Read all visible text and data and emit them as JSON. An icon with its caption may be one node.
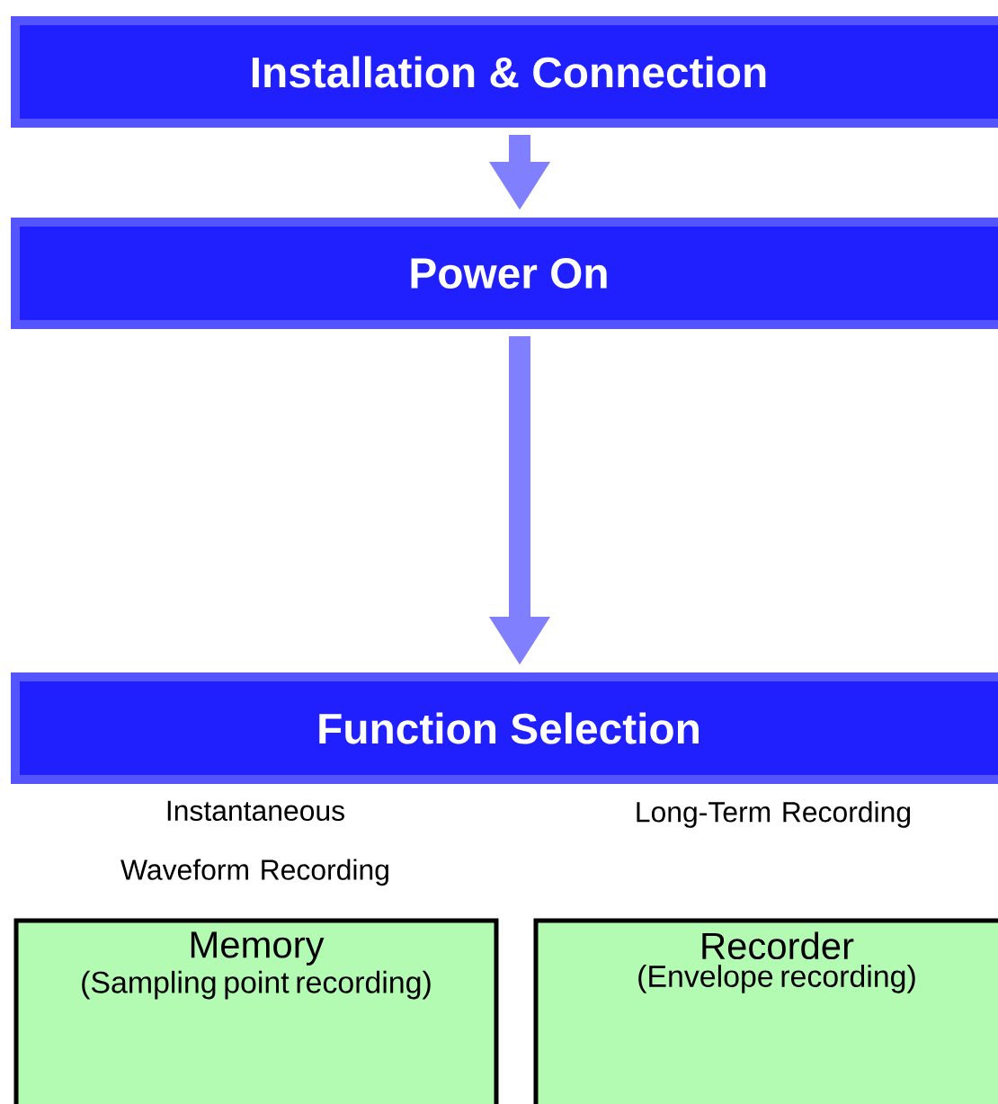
{
  "diagram": {
    "nodes": [
      {
        "text": [
          "Installation & Connection"
        ]
      },
      {
        "text": [
          "Power On"
        ]
      },
      {
        "text": [
          "Function Selection"
        ]
      },
      {
        "text": [
          "Memory",
          "(Sampling point recording)"
        ]
      },
      {
        "text": [
          "Recorder",
          "(Envelope recording)"
        ]
      }
    ],
    "labels": [
      "Instantaneous Waveform Recording",
      "Long-Term Recording"
    ],
    "edges": [
      {
        "from": 0,
        "to": 1,
        "arrow": "to"
      },
      {
        "from": 1,
        "to": 2,
        "arrow": "to"
      }
    ]
  }
}
